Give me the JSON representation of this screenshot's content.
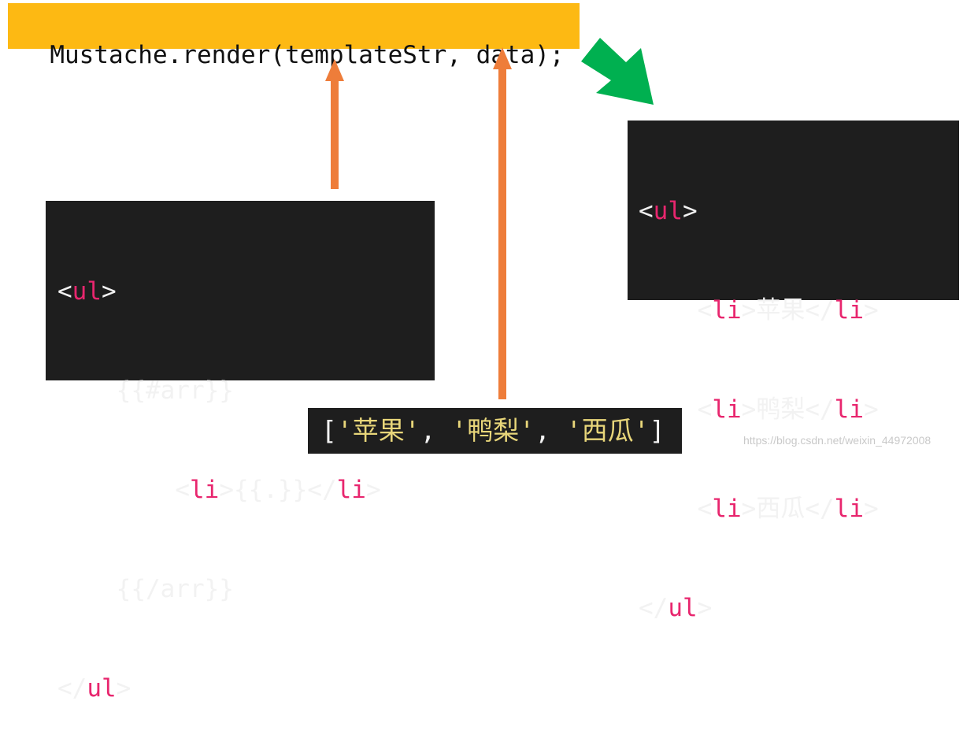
{
  "call": "Mustache.render(templateStr, data);",
  "template": {
    "ul_open_pre": "<",
    "ul_tag": "ul",
    "ul_open_post": ">",
    "section_open": "{{#arr}}",
    "li_lt": "<",
    "li_tag": "li",
    "li_gt": ">",
    "li_var": "{{.}}",
    "li_close_pre": "</",
    "li_close_tag": "li",
    "li_close_post": ">",
    "section_close": "{{/arr}}",
    "ul_close_pre": "</",
    "ul_close_tag": "ul",
    "ul_close_post": ">"
  },
  "output": {
    "items": [
      "苹果",
      "鸭梨",
      "西瓜"
    ]
  },
  "data_array": {
    "open": "[",
    "sep": ", ",
    "close": "]",
    "quote": "'",
    "items": [
      "苹果",
      "鸭梨",
      "西瓜"
    ]
  },
  "watermark": "https://blog.csdn.net/weixin_44972008",
  "colors": {
    "call_bg": "#fdb913",
    "code_bg": "#1e1e1e",
    "tag": "#e8266e",
    "string": "#e8d67a",
    "arrow_orange": "#ee7d3a",
    "arrow_green": "#00b050"
  }
}
